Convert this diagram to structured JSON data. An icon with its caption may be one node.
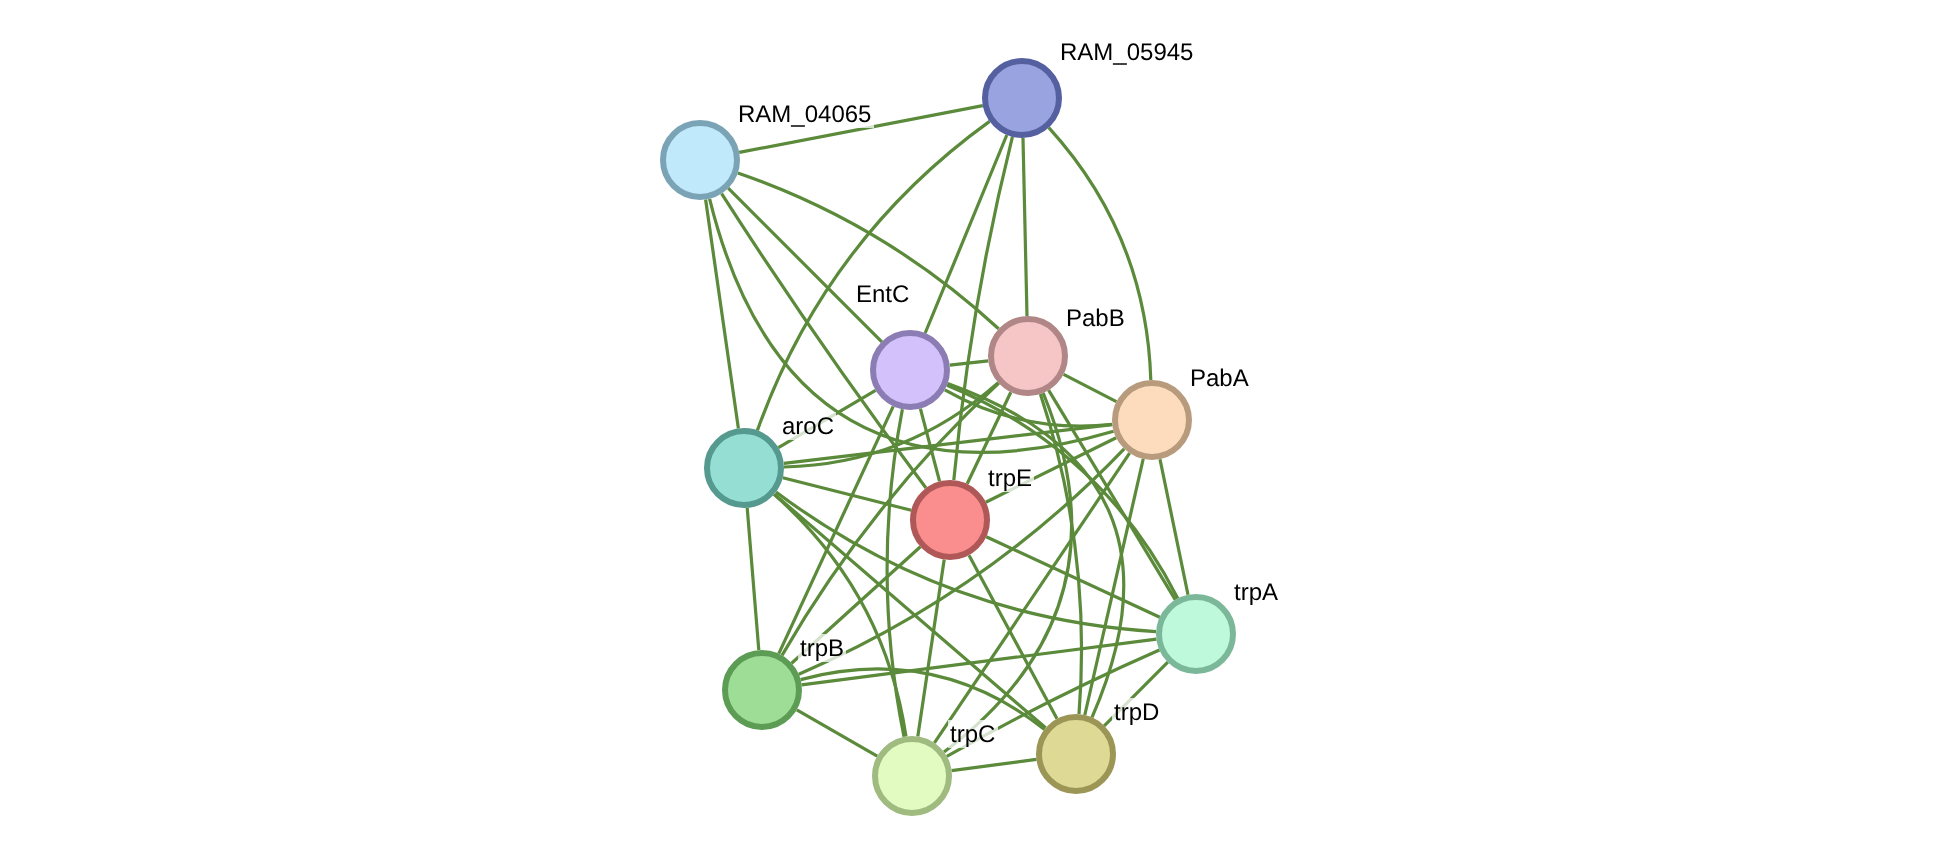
{
  "diagram": {
    "nodes": [
      {
        "text": [
          "RAM_04065"
        ]
      },
      {
        "text": [
          "RAM_05945"
        ]
      },
      {
        "text": [
          "EntC"
        ]
      },
      {
        "text": [
          "PabB"
        ]
      },
      {
        "text": [
          "PabA"
        ]
      },
      {
        "text": [
          "aroC"
        ]
      },
      {
        "text": [
          "trpE"
        ]
      },
      {
        "text": [
          "trpA"
        ]
      },
      {
        "text": [
          "trpB"
        ]
      },
      {
        "text": [
          "trpC"
        ]
      },
      {
        "text": [
          "trpD"
        ]
      }
    ],
    "edges": [
      {
        "from": 0,
        "to": 1,
        "arrow": "none"
      },
      {
        "from": 0,
        "to": 2,
        "arrow": "none"
      },
      {
        "from": 0,
        "to": 3,
        "arrow": "none"
      },
      {
        "from": 0,
        "to": 4,
        "arrow": "none"
      },
      {
        "from": 0,
        "to": 5,
        "arrow": "none"
      },
      {
        "from": 0,
        "to": 6,
        "arrow": "none"
      },
      {
        "from": 1,
        "to": 2,
        "arrow": "none"
      },
      {
        "from": 1,
        "to": 3,
        "arrow": "none"
      },
      {
        "from": 1,
        "to": 4,
        "arrow": "none"
      },
      {
        "from": 1,
        "to": 5,
        "arrow": "none"
      },
      {
        "from": 1,
        "to": 6,
        "arrow": "none"
      },
      {
        "from": 2,
        "to": 3,
        "arrow": "none"
      },
      {
        "from": 2,
        "to": 4,
        "arrow": "none"
      },
      {
        "from": 2,
        "to": 5,
        "arrow": "none"
      },
      {
        "from": 2,
        "to": 6,
        "arrow": "none"
      },
      {
        "from": 2,
        "to": 7,
        "arrow": "none"
      },
      {
        "from": 2,
        "to": 8,
        "arrow": "none"
      },
      {
        "from": 2,
        "to": 9,
        "arrow": "none"
      },
      {
        "from": 2,
        "to": 10,
        "arrow": "none"
      },
      {
        "from": 3,
        "to": 4,
        "arrow": "none"
      },
      {
        "from": 3,
        "to": 5,
        "arrow": "none"
      },
      {
        "from": 3,
        "to": 6,
        "arrow": "none"
      },
      {
        "from": 3,
        "to": 7,
        "arrow": "none"
      },
      {
        "from": 3,
        "to": 8,
        "arrow": "none"
      },
      {
        "from": 3,
        "to": 9,
        "arrow": "none"
      },
      {
        "from": 3,
        "to": 10,
        "arrow": "none"
      },
      {
        "from": 4,
        "to": 5,
        "arrow": "none"
      },
      {
        "from": 4,
        "to": 6,
        "arrow": "none"
      },
      {
        "from": 4,
        "to": 7,
        "arrow": "none"
      },
      {
        "from": 4,
        "to": 8,
        "arrow": "none"
      },
      {
        "from": 4,
        "to": 9,
        "arrow": "none"
      },
      {
        "from": 4,
        "to": 10,
        "arrow": "none"
      },
      {
        "from": 5,
        "to": 6,
        "arrow": "none"
      },
      {
        "from": 5,
        "to": 7,
        "arrow": "none"
      },
      {
        "from": 5,
        "to": 8,
        "arrow": "none"
      },
      {
        "from": 5,
        "to": 9,
        "arrow": "none"
      },
      {
        "from": 5,
        "to": 10,
        "arrow": "none"
      },
      {
        "from": 6,
        "to": 7,
        "arrow": "none"
      },
      {
        "from": 6,
        "to": 8,
        "arrow": "none"
      },
      {
        "from": 6,
        "to": 9,
        "arrow": "none"
      },
      {
        "from": 6,
        "to": 10,
        "arrow": "none"
      },
      {
        "from": 7,
        "to": 8,
        "arrow": "none"
      },
      {
        "from": 7,
        "to": 9,
        "arrow": "none"
      },
      {
        "from": 7,
        "to": 10,
        "arrow": "none"
      },
      {
        "from": 8,
        "to": 9,
        "arrow": "none"
      },
      {
        "from": 8,
        "to": 10,
        "arrow": "none"
      },
      {
        "from": 9,
        "to": 10,
        "arrow": "none"
      }
    ]
  }
}
